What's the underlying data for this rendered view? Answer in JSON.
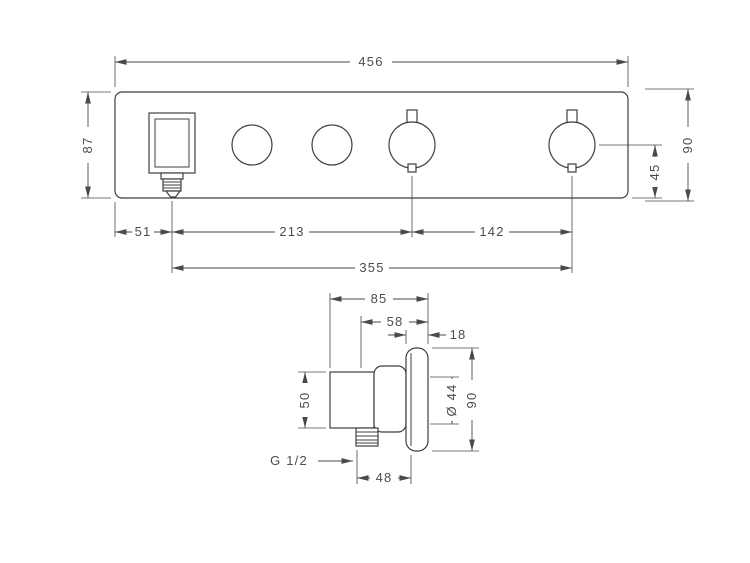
{
  "colors": {
    "line": "#3f3f3f",
    "dimension": "#4a4a4a",
    "text": "#4d4d4d",
    "background": "#ffffff"
  },
  "front_view": {
    "dims": {
      "total_width": "456",
      "height_left": "87",
      "height_right": "90",
      "center_to_bottom": "45",
      "edge_to_handle": "51",
      "handle_to_thermo": "213",
      "thermo_spacing": "142",
      "total_span": "355"
    }
  },
  "side_view": {
    "dims": {
      "total_depth": "85",
      "mid_depth": "58",
      "plate_projection": "18",
      "body_height": "50",
      "knob_diameter": "Ø 44",
      "plate_height": "90",
      "thread_offset": "48",
      "thread_size": "G 1/2"
    }
  }
}
